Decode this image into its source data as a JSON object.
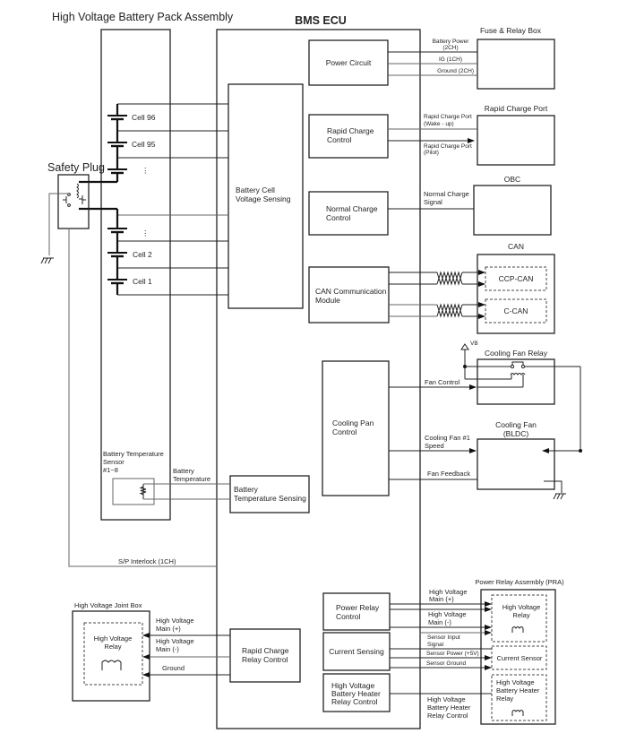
{
  "titles": {
    "battery_pack": "High Voltage Battery Pack Assembly",
    "bms_ecu": "BMS ECU",
    "safety_plug": "Safety Plug"
  },
  "cells": [
    "Cell 96",
    "Cell 95",
    "⋮",
    "⋮",
    "Cell 2",
    "Cell 1"
  ],
  "bms_blocks": {
    "power_circuit": [
      "Power Circuit"
    ],
    "rapid_charge_control": [
      "Rapid Charge",
      "Control"
    ],
    "cell_voltage_sensing": [
      "Battery Cell",
      "Voltage Sensing"
    ],
    "normal_charge_control": [
      "Normal Charge",
      "Control"
    ],
    "can_module": [
      "CAN Communication",
      "Module"
    ],
    "cooling_control": [
      "Cooling Pan",
      "Control"
    ],
    "temp_sensing": [
      "Battery",
      "Temperature Sensing"
    ],
    "power_relay_control": [
      "Power Relay",
      "Control"
    ],
    "current_sensing": [
      "Current Sensing"
    ],
    "heater_relay_control": [
      "High Voltage",
      "Battery Heater",
      "Relay Control"
    ],
    "rapid_charge_relay": [
      "Rapid Charge",
      "Relay Control"
    ]
  },
  "external": {
    "fuse_relay_box": "Fuse & Relay Box",
    "rapid_charge_port": "Rapid Charge Port",
    "obc": "OBC",
    "can": "CAN",
    "ccp_can": "CCP-CAN",
    "c_can": "C-CAN",
    "cooling_fan_relay": "Cooling Fan Relay",
    "vb": "VB",
    "cooling_fan": [
      "Cooling Fan",
      "(BLDC)"
    ],
    "temp_sensor": [
      "Battery Temperature",
      "Sensor",
      "#1~8"
    ],
    "pra": "Power Relay Assembly (PRA)",
    "pra_hv_relay": [
      "High Voltage",
      "Relay"
    ],
    "pra_current_sensor": "Current Sensor",
    "pra_heater_relay": [
      "High Voltage",
      "Battery Heater",
      "Relay"
    ],
    "joint_box": "High Voltage Joint Box",
    "joint_relay": [
      "High Voltage",
      "Relay"
    ]
  },
  "signals": {
    "battery_power": [
      "Battery Power",
      "(2CH)"
    ],
    "ig": "IG (1CH)",
    "ground_2ch": "Ground (2CH)",
    "rcp_wake": [
      "Rapid Charge Port",
      "(Wake - up)"
    ],
    "rcp_pilot": [
      "Rapid Charge Port",
      "(Pilot)"
    ],
    "normal_charge_signal": [
      "Normal Charge",
      "Signal"
    ],
    "fan_control": "Fan Control",
    "fan_speed": [
      "Cooling Fan #1",
      "Speed"
    ],
    "fan_feedback": "Fan Feedback",
    "battery_temperature": [
      "Battery",
      "Temperature"
    ],
    "sp_interlock": "S/P Interlock (1CH)",
    "pra_main_plus": [
      "High Voltage",
      "Main (+)"
    ],
    "pra_main_minus": [
      "High Voltage",
      "Main (-)"
    ],
    "sensor_input": [
      "Sensor Input",
      "Signal"
    ],
    "sensor_power": "Sensor Power (+5V)",
    "sensor_ground": "Sensor Ground",
    "heater_relay_control": [
      "High Voltage",
      "Battery Heater",
      "Relay Control"
    ],
    "jb_main_plus": [
      "High Voltage",
      "Main (+)"
    ],
    "jb_main_minus": [
      "High Voltage",
      "Main (-)"
    ],
    "jb_ground": "Ground"
  }
}
